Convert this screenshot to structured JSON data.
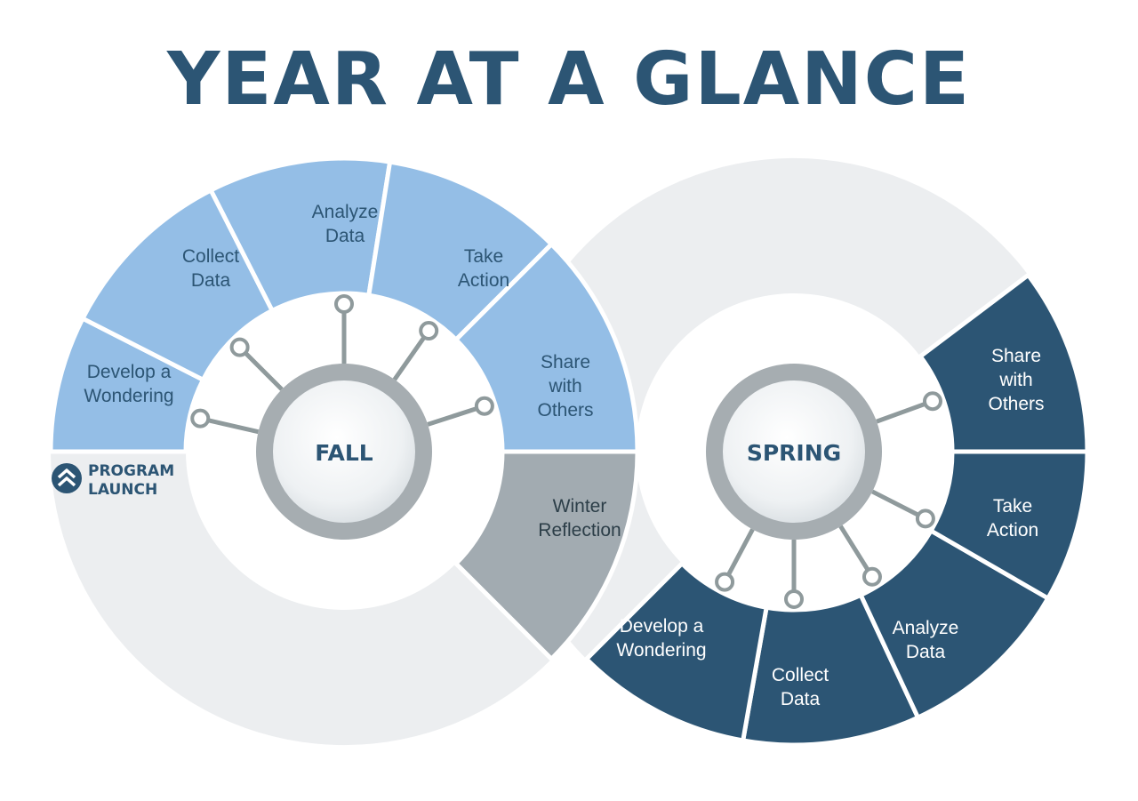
{
  "title": "YEAR AT A GLANCE",
  "colors": {
    "fall": "#94bee6",
    "spring": "#2c5574",
    "winter": "#a2abb1",
    "track": "#eceef0",
    "connector": "#8f9a9c",
    "title": "#2c5574",
    "fall_text": "#2c5574",
    "spring_text": "#ffffff",
    "winter_text": "#2c3e48"
  },
  "logo": {
    "line1": "PROGRAM",
    "line2": "LAUNCH"
  },
  "fall": {
    "hub_label": "FALL",
    "segments": [
      {
        "lines": [
          "Develop a",
          "Wondering"
        ]
      },
      {
        "lines": [
          "Collect",
          "Data"
        ]
      },
      {
        "lines": [
          "Analyze",
          "Data"
        ]
      },
      {
        "lines": [
          "Take",
          "Action"
        ]
      },
      {
        "lines": [
          "Share",
          "with",
          "Others"
        ]
      }
    ]
  },
  "winter": {
    "lines": [
      "Winter",
      "Reflection"
    ]
  },
  "spring": {
    "hub_label": "SPRING",
    "segments": [
      {
        "lines": [
          "Develop a",
          "Wondering"
        ]
      },
      {
        "lines": [
          "Collect",
          "Data"
        ]
      },
      {
        "lines": [
          "Analyze",
          "Data"
        ]
      },
      {
        "lines": [
          "Take",
          "Action"
        ]
      },
      {
        "lines": [
          "Share",
          "with",
          "Others"
        ]
      }
    ]
  }
}
